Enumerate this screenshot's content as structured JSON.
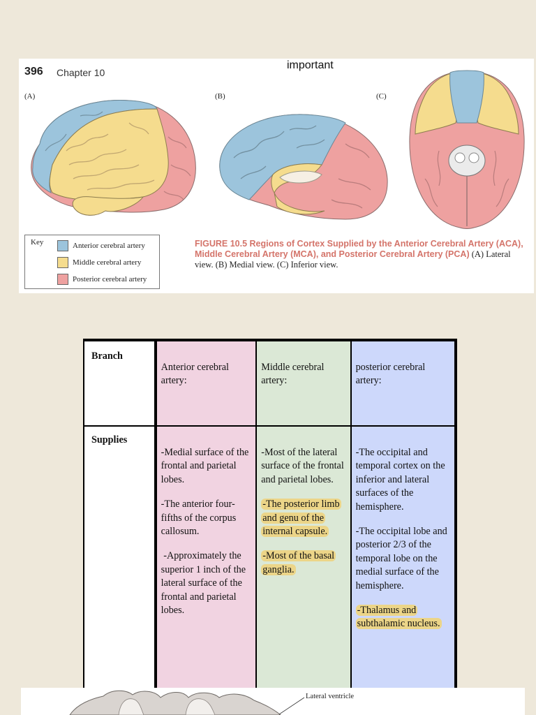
{
  "figure": {
    "page_number": "396",
    "chapter": "Chapter 10",
    "handwritten_note": "important",
    "panel_labels": [
      "(A)",
      "(B)",
      "(C)"
    ],
    "key": {
      "title": "Key",
      "items": [
        {
          "label": "Anterior cerebral artery",
          "color": "#9cc4dc"
        },
        {
          "label": "Middle cerebral artery",
          "color": "#f5dc8e"
        },
        {
          "label": "Posterior cerebral artery",
          "color": "#eea1a0"
        }
      ]
    },
    "caption": {
      "bold": "FIGURE 10.5  Regions of Cortex Supplied by the Anterior Cerebral Artery (ACA), Middle Cerebral Artery (MCA), and Posterior Cerebral Artery (PCA)",
      "rest": " (A) Lateral view. (B) Medial view. (C) Inferior view."
    }
  },
  "table": {
    "row_headers": {
      "branch": "Branch",
      "supplies": "Supplies"
    },
    "columns": [
      {
        "header": "Anterior cerebral artery:",
        "color": "#f1d3e1",
        "items": [
          {
            "text": "-Medial surface of the frontal and parietal lobes.",
            "highlight": false
          },
          {
            "text": "-The anterior four-fifths of the corpus callosum.",
            "highlight": false
          },
          {
            "text": " -Approximately the superior 1 inch of the lateral surface of the frontal and parietal lobes.",
            "highlight": false
          }
        ]
      },
      {
        "header": "Middle  cerebral artery:",
        "color": "#dbe8d6",
        "items": [
          {
            "text": "-Most of the lateral surface of the frontal and parietal lobes.",
            "highlight": false
          },
          {
            "text": "-The posterior limb and genu of the internal capsule.",
            "highlight": true
          },
          {
            "text": "-Most of the basal ganglia.",
            "highlight": true
          }
        ]
      },
      {
        "header": "posterior cerebral artery:",
        "color": "#cdd8fb",
        "items": [
          {
            "text": "-The occipital and temporal cortex on the inferior and lateral surfaces of the hemisphere.",
            "highlight": false
          },
          {
            "text": "-The occipital lobe and posterior 2/3 of the temporal lobe on the medial surface of the hemisphere.",
            "highlight": false
          },
          {
            "text": "-Thalamus and subthalamic nucleus.",
            "highlight": true
          }
        ]
      }
    ]
  },
  "bottom_figure": {
    "label": "Lateral ventricle"
  }
}
